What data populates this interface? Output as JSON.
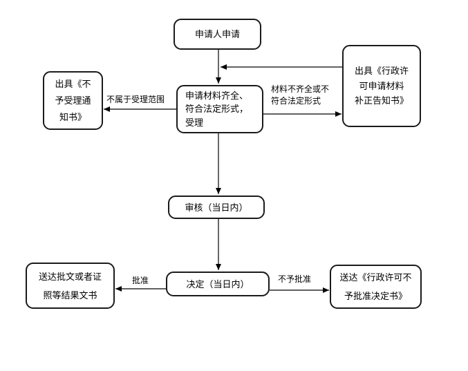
{
  "colors": {
    "line": "#000000",
    "node_border": "#1a1a1a",
    "background": "#ffffff",
    "text": "#000000"
  },
  "nodes": {
    "applicant": {
      "label": "申请人申请"
    },
    "acceptance": {
      "lines": [
        "申请材料齐全、",
        "符合法定形式，",
        "受理"
      ]
    },
    "reject_notice": {
      "lines": [
        "出具《不",
        "予受理通",
        "知书》"
      ]
    },
    "supplement_notice": {
      "lines": [
        "出具《行政许",
        "可申请材料",
        "补正告知书》"
      ]
    },
    "review": {
      "label": "审核（当日内）"
    },
    "decision": {
      "label": "决定（当日内）"
    },
    "approval_delivery": {
      "lines": [
        "送达批文或者证",
        "照等结果文书"
      ]
    },
    "disapproval_delivery": {
      "lines": [
        "送达《行政许可不",
        "予批准决定书》"
      ]
    }
  },
  "edge_labels": {
    "not_in_scope": "不属于受理范围",
    "incomplete": {
      "lines": [
        "材料不齐全或不",
        "符合法定形式"
      ]
    },
    "approve": "批准",
    "disapprove": "不予批准"
  }
}
